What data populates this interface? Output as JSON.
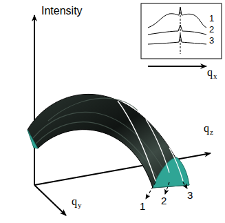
{
  "diagram": {
    "labels": [
      "Intensity",
      "1",
      "2",
      "3",
      "q",
      "x",
      "q",
      "z",
      "q",
      "y",
      "1",
      "2",
      "3"
    ]
  }
}
